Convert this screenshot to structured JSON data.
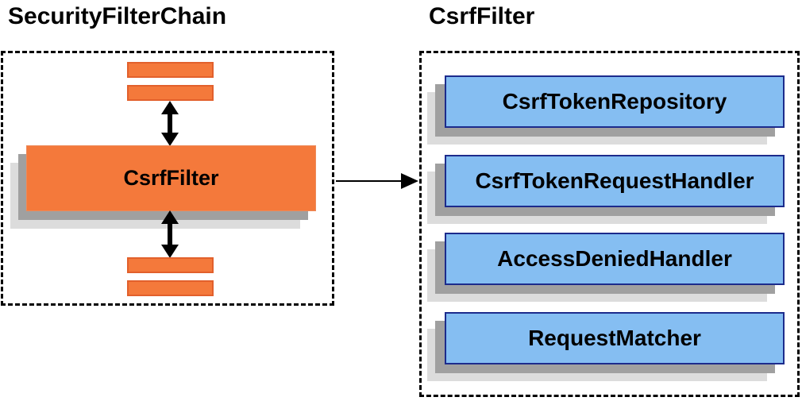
{
  "diagram": {
    "left_panel": {
      "title": "SecurityFilterChain",
      "csrf_filter_label": "CsrfFilter"
    },
    "right_panel": {
      "title": "CsrfFilter",
      "components": [
        "CsrfTokenRepository",
        "CsrfTokenRequestHandler",
        "AccessDeniedHandler",
        "RequestMatcher"
      ]
    }
  },
  "colors": {
    "orange": "#F4793B",
    "orange-border": "#E2602C",
    "blue": "#85BEF2",
    "blue-border": "#1C2B8C",
    "shadow-dark": "#A0A0A0",
    "shadow-light": "#DCDCDC",
    "text": "#000000",
    "dash": "#000000"
  }
}
